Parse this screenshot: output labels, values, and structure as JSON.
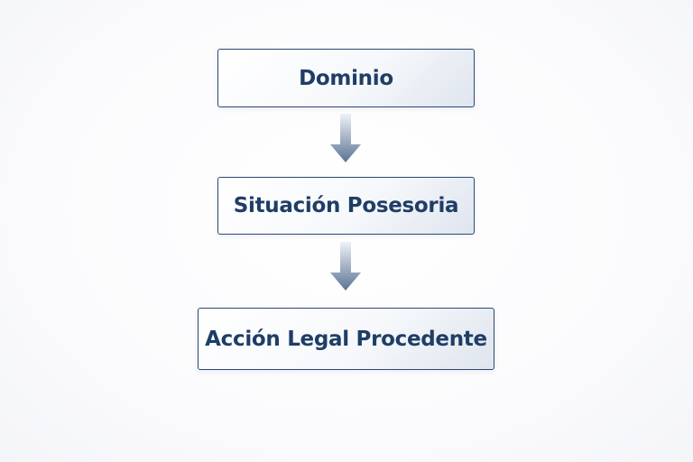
{
  "diagram": {
    "type": "vertical-flowchart",
    "nodes": [
      {
        "id": "n1",
        "label": "Dominio"
      },
      {
        "id": "n2",
        "label": "Situación Posesoria"
      },
      {
        "id": "n3",
        "label": "Acción Legal Procedente"
      }
    ],
    "edges": [
      {
        "from": "n1",
        "to": "n2"
      },
      {
        "from": "n2",
        "to": "n3"
      }
    ],
    "colors": {
      "text": "#1f3e66",
      "border": "#2c4a72",
      "arrow_top": "#e8edf4",
      "arrow_bottom": "#5b7396"
    }
  }
}
